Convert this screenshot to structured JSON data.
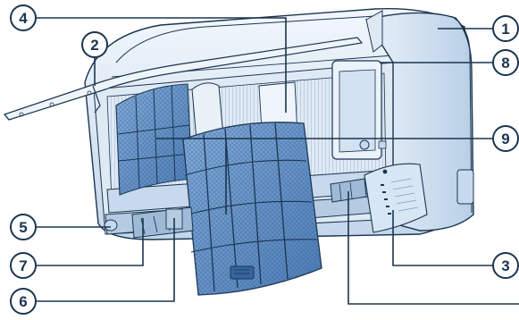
{
  "diagram": {
    "callouts": [
      {
        "id": "c1",
        "label": "1"
      },
      {
        "id": "c2",
        "label": "2"
      },
      {
        "id": "c3",
        "label": "3"
      },
      {
        "id": "c4",
        "label": "4"
      },
      {
        "id": "c5",
        "label": "5"
      },
      {
        "id": "c6",
        "label": "6"
      },
      {
        "id": "c7",
        "label": "7"
      },
      {
        "id": "c8",
        "label": "8"
      },
      {
        "id": "c9",
        "label": "9"
      }
    ],
    "colors": {
      "outline": "#1b3550",
      "body_light": "#eef4fa",
      "body_mid": "#c7d9ec",
      "body_dark": "#7f9fbf",
      "filter_blue": "#5f8fc6",
      "filter_dark": "#35659e",
      "panel_blue": "#d7e6f4",
      "callout_fill": "#ffffff"
    }
  }
}
